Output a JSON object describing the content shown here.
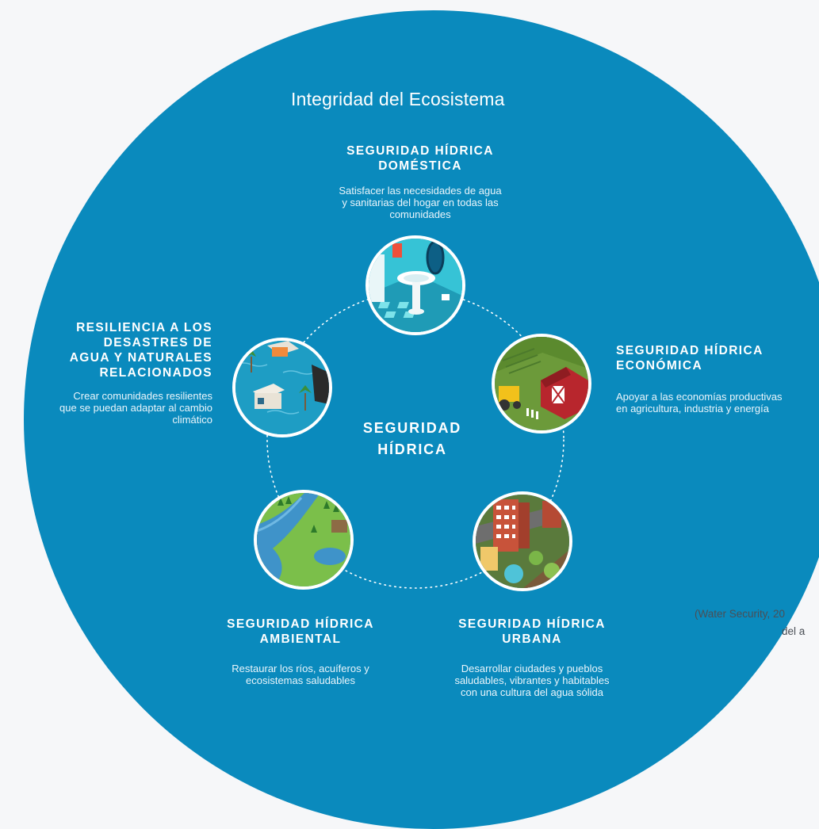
{
  "outer_title": "Integridad del Ecosistema",
  "center": {
    "line1": "SEGURIDAD",
    "line2": "HÍDRICA"
  },
  "domestic": {
    "heading_line1": "SEGURIDAD HÍDRICA",
    "heading_line2": "DOMÉSTICA",
    "desc_line1": "Satisfacer las necesidades de agua",
    "desc_line2": "y sanitarias del hogar en todas las",
    "desc_line3": "comunidades",
    "icon": "bathroom-icon"
  },
  "economic": {
    "heading_line1": "SEGURIDAD HÍDRICA",
    "heading_line2": "ECONÓMICA",
    "desc_line1": "Apoyar a las economías productivas",
    "desc_line2": "en agricultura, industria y energía",
    "icon": "farm-icon"
  },
  "urban": {
    "heading_line1": "SEGURIDAD HÍDRICA",
    "heading_line2": "URBANA",
    "desc_line1": "Desarrollar ciudades y pueblos",
    "desc_line2": "saludables, vibrantes y habitables",
    "desc_line3": "con una cultura del agua sólida",
    "icon": "city-icon"
  },
  "environmental": {
    "heading_line1": "SEGURIDAD HÍDRICA",
    "heading_line2": "AMBIENTAL",
    "desc_line1": "Restaurar los ríos, acuíferos y",
    "desc_line2": "ecosistemas saludables",
    "icon": "river-icon"
  },
  "resilience": {
    "heading_line1": "RESILIENCIA A LOS",
    "heading_line2": "DESASTRES DE",
    "heading_line3": "AGUA Y NATURALES",
    "heading_line4": "RELACIONADOS",
    "desc_line1": "Crear comunidades resilientes",
    "desc_line2": "que se puedan adaptar al cambio",
    "desc_line3": "climático",
    "icon": "flood-icon"
  },
  "citation": {
    "line1": "(Water Security, 20",
    "line2": "del a"
  },
  "colors": {
    "circle": "#0a8abd",
    "background": "#f6f7f9",
    "ring_dots": "#ffffff"
  }
}
